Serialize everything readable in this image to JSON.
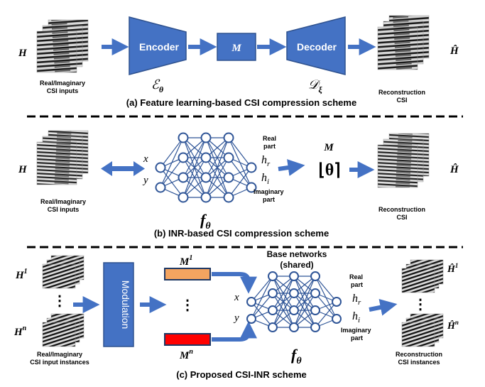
{
  "captions": {
    "a": "(a) Feature learning-based CSI compression scheme",
    "b": "(b) INR-based CSI compression scheme",
    "c": "(c) Proposed CSI-INR scheme"
  },
  "panel_a": {
    "input_symbol": "H",
    "input_label_1": "Real/Imaginary",
    "input_label_2": "CSI inputs",
    "encoder_label": "Encoder",
    "encoder_symbol": "ℰ",
    "encoder_sub": "θ",
    "latent_symbol": "M",
    "decoder_label": "Decoder",
    "decoder_symbol": "𝒟",
    "decoder_sub": "ξ",
    "output_symbol": "Ĥ",
    "output_label_1": "Reconstruction",
    "output_label_2": "CSI"
  },
  "panel_b": {
    "input_symbol": "H",
    "input_label_1": "Real/Imaginary",
    "input_label_2": "CSI inputs",
    "in_x": "x",
    "in_y": "y",
    "real_1": "Real",
    "real_2": "part",
    "hr": "h",
    "hr_sub": "r",
    "hi": "h",
    "hi_sub": "i",
    "imag_1": "Imaginary",
    "imag_2": "part",
    "net_symbol": "f",
    "net_sub": "θ",
    "m_symbol": "M",
    "theta_expr": "⌊θ⌉",
    "output_symbol": "Ĥ",
    "output_label_1": "Reconstruction",
    "output_label_2": "CSI"
  },
  "panel_c": {
    "in1_symbol": "H",
    "in1_sup": "1",
    "inn_symbol": "H",
    "inn_sup": "n",
    "dots": "⋮",
    "input_label_1": "Real/Imaginary",
    "input_label_2": "CSI input instances",
    "modulation_label": "Modulation",
    "m1_symbol": "M",
    "m1_sup": "1",
    "mn_symbol": "M",
    "mn_sup": "n",
    "base_1": "Base networks",
    "base_2": "(shared)",
    "in_x": "x",
    "in_y": "y",
    "real_1": "Real",
    "real_2": "part",
    "hr": "h",
    "hr_sub": "r",
    "hi": "h",
    "hi_sub": "i",
    "imag_1": "Imaginary",
    "imag_2": "part",
    "net_symbol": "f",
    "net_sub": "θ",
    "out1_symbol": "Ĥ",
    "out1_sup": "1",
    "outn_symbol": "Ĥ",
    "outn_sup": "n",
    "output_label_1": "Reconstruction",
    "output_label_2": "CSI instances"
  },
  "colors": {
    "box_fill": "#4472c4",
    "box_stroke": "#2f528f",
    "node_stroke": "#2f5597",
    "edge": "#2f5597",
    "m1_fill": "#f4a460",
    "mn_fill": "#ff0000"
  }
}
